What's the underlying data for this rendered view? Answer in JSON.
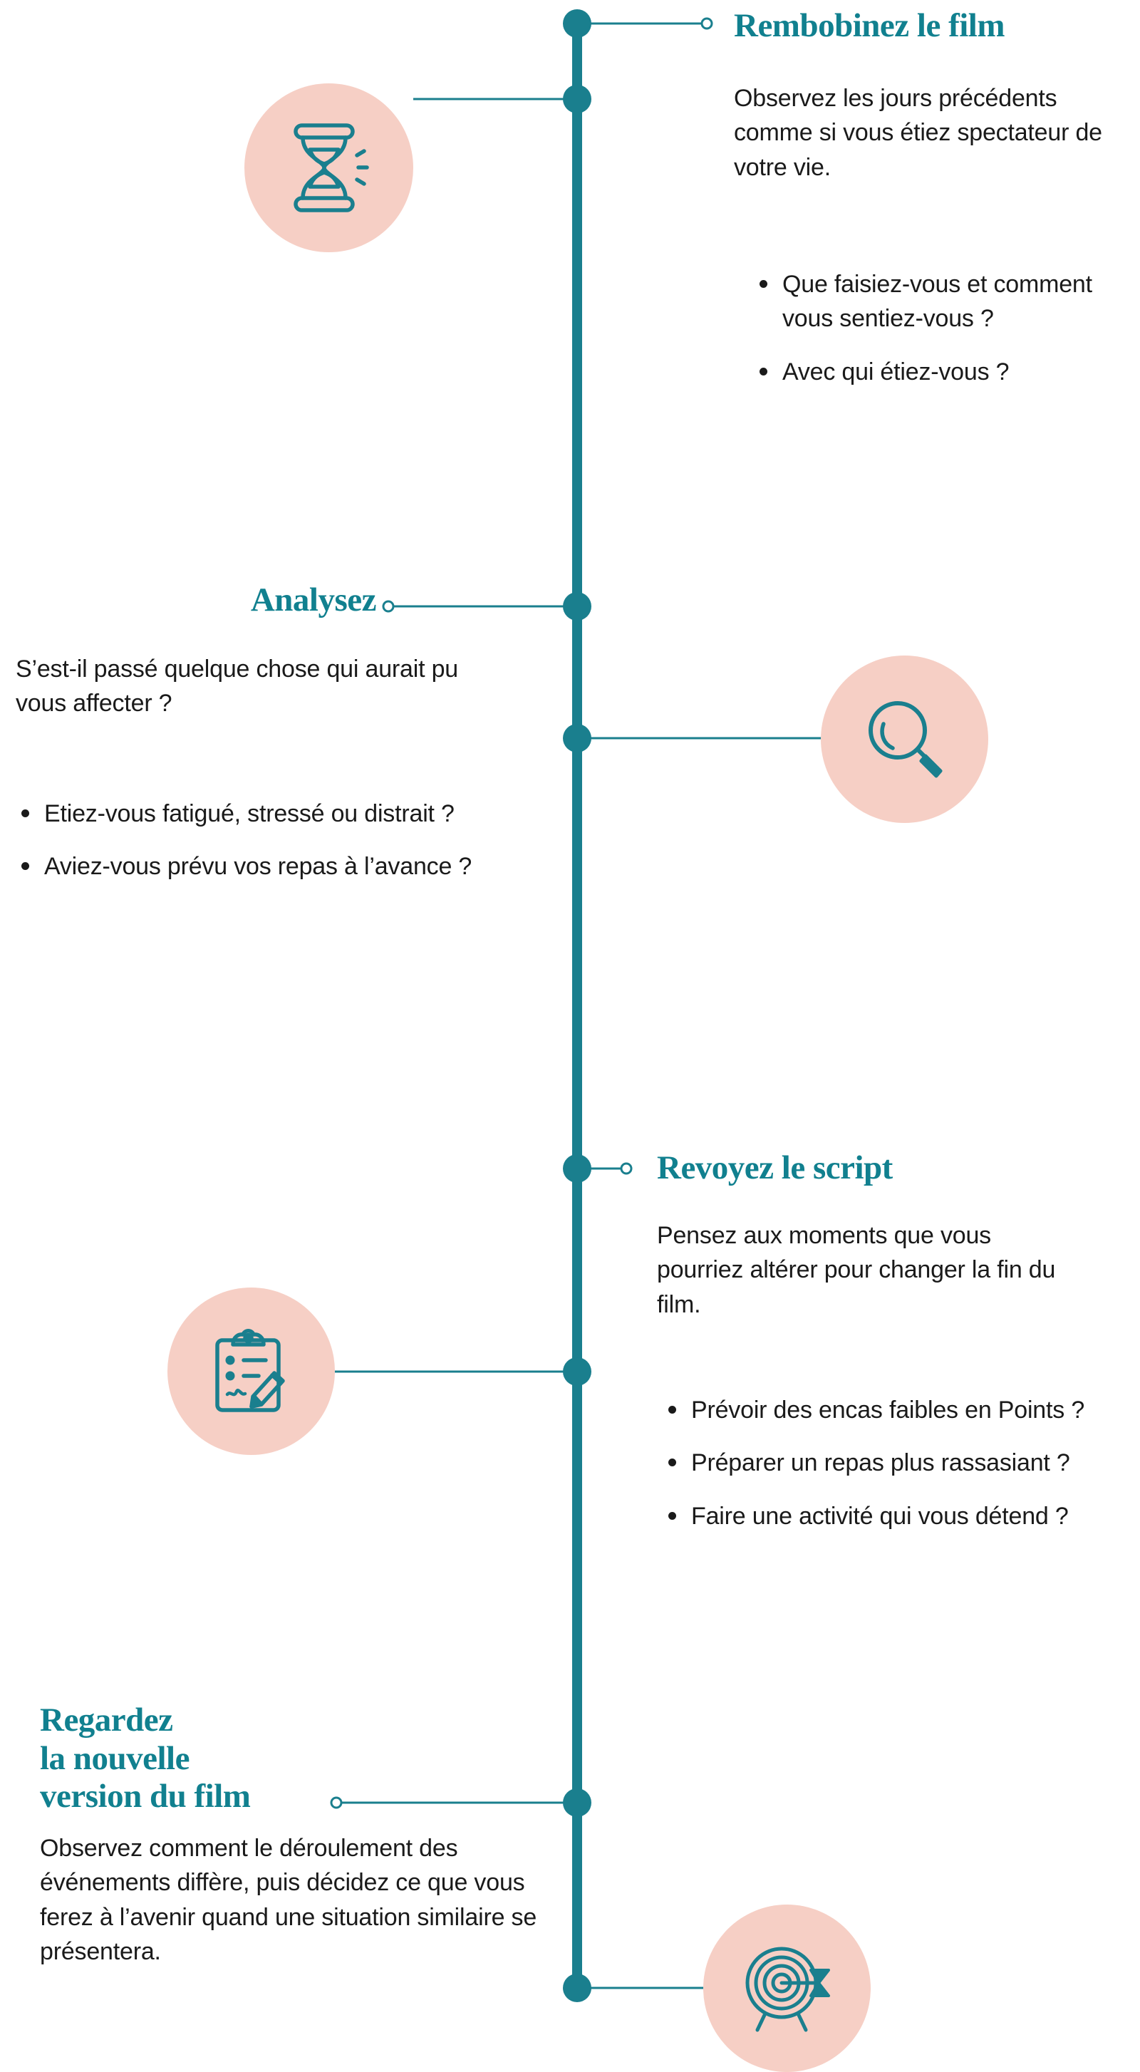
{
  "theme": {
    "teal": "#11808f",
    "spine_teal": "#1a7f8e",
    "pink_circle": "#f6cfc5",
    "body_text": "#1a1a1a",
    "background": "#ffffff"
  },
  "sections": [
    {
      "id": "rewind",
      "title": "Rembobinez le film",
      "icon": "hourglass-icon",
      "body": "Observez les jours précédents comme si vous étiez spectateur de votre vie.",
      "bullets": [
        "Que faisiez-vous et comment vous sentiez-vous ?",
        " Avec qui étiez-vous ?"
      ]
    },
    {
      "id": "analyse",
      "title": "Analysez",
      "icon": "magnifier-icon",
      "body": "S’est-il passé quelque chose qui aurait pu vous affecter ?",
      "bullets": [
        "Etiez-vous fatigué, stressé ou distrait ?",
        "Aviez-vous prévu vos repas à l’avance ?"
      ]
    },
    {
      "id": "rewrite",
      "title": "Revoyez le script",
      "icon": "clipboard-pencil-icon",
      "body": "Pensez aux moments que vous pourriez altérer pour changer la fin du film.",
      "bullets": [
        "Prévoir des encas faibles en Points ?",
        "Préparer un repas plus rassasiant ?",
        "Faire une activité qui vous détend ?"
      ]
    },
    {
      "id": "rewatch",
      "title": "Regardez\nla nouvelle\nversion du film",
      "icon": "target-arrow-icon",
      "body": "Observez comment le déroulement des événements diffère, puis décidez ce que vous ferez à l’avenir quand une situation similaire se présentera.",
      "bullets": []
    }
  ]
}
